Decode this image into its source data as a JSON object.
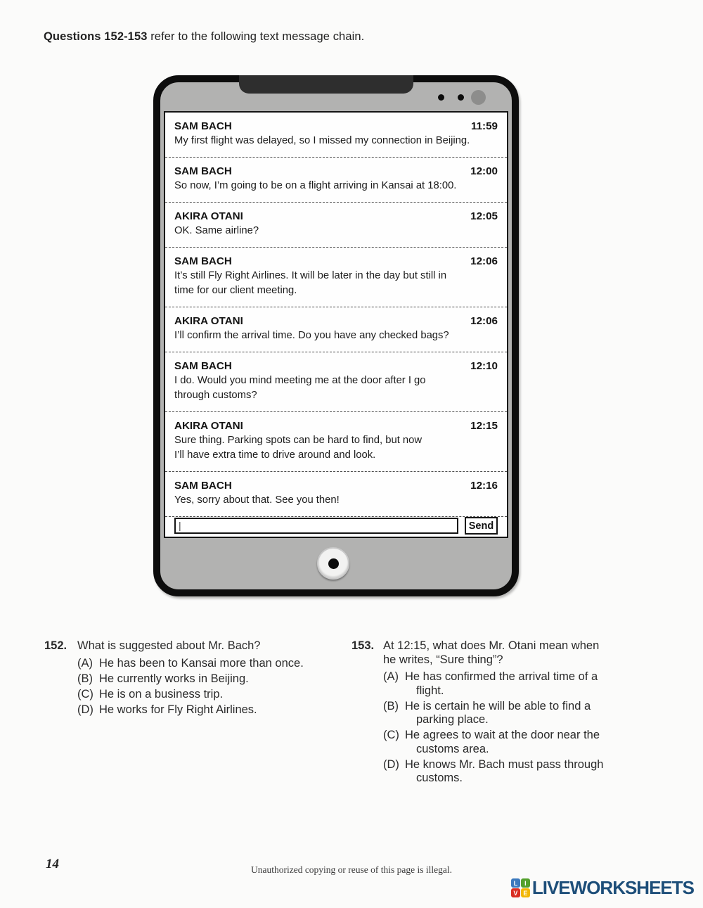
{
  "page": {
    "header_bold": "Questions 152-153",
    "header_rest": " refer to the following text message chain.",
    "page_number": "14",
    "footer_note": "Unauthorized copying or reuse of this page is illegal.",
    "brand": {
      "name": "LIVEWORKSHEETS",
      "icon_letters": {
        "l": "L",
        "i": "I",
        "v": "V",
        "e": "E"
      },
      "icon_colors": [
        "#3b79bd",
        "#53a02c",
        "#d92e23",
        "#f2b705"
      ],
      "text_color": "#1d4e79"
    }
  },
  "chat": {
    "messages": [
      {
        "sender": "SAM BACH",
        "time": "11:59",
        "text": "My first flight was delayed, so I missed my connection in Beijing."
      },
      {
        "sender": "SAM BACH",
        "time": "12:00",
        "text": "So now, I’m going to be on a flight arriving in Kansai at 18:00."
      },
      {
        "sender": "AKIRA OTANI",
        "time": "12:05",
        "text": "OK. Same airline?"
      },
      {
        "sender": "SAM BACH",
        "time": "12:06",
        "text": "It’s still Fly Right Airlines. It will be later in the day but still in\ntime for our client meeting."
      },
      {
        "sender": "AKIRA OTANI",
        "time": "12:06",
        "text": "I’ll confirm the arrival time. Do you have any checked bags?"
      },
      {
        "sender": "SAM BACH",
        "time": "12:10",
        "text": "I do. Would you mind meeting me at the door after I go\nthrough customs?"
      },
      {
        "sender": "AKIRA OTANI",
        "time": "12:15",
        "text": "Sure thing. Parking spots can be hard to find, but now\nI’ll have extra time to drive around and look."
      },
      {
        "sender": "SAM BACH",
        "time": "12:16",
        "text": "Yes, sorry about that. See you then!"
      }
    ],
    "input_value": "",
    "cursor": "|",
    "send_label": "Send"
  },
  "questions": [
    {
      "number": "152.",
      "text": "What is suggested about Mr. Bach?",
      "options": [
        {
          "letter": "(A)",
          "text": "He has been to Kansai more than once."
        },
        {
          "letter": "(B)",
          "text": "He currently works in Beijing."
        },
        {
          "letter": "(C)",
          "text": "He is on a business trip."
        },
        {
          "letter": "(D)",
          "text": "He works for Fly Right Airlines."
        }
      ]
    },
    {
      "number": "153.",
      "text": "At 12:15, what does Mr. Otani mean when\nhe writes, “Sure thing”?",
      "options": [
        {
          "letter": "(A)",
          "text": "He has confirmed the arrival time of a\nflight."
        },
        {
          "letter": "(B)",
          "text": "He is certain he will be able to find a\nparking place."
        },
        {
          "letter": "(C)",
          "text": "He agrees to wait at the door near the\ncustoms area."
        },
        {
          "letter": "(D)",
          "text": "He knows Mr. Bach must pass through\ncustoms."
        }
      ]
    }
  ]
}
